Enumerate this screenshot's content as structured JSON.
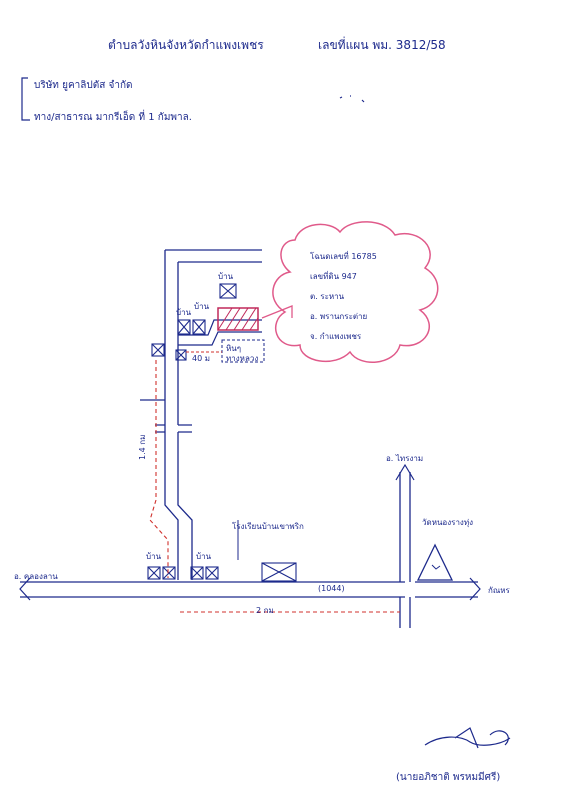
{
  "header": {
    "title": "ตำบลวังหินจังหวัดกำแพงเพชร",
    "doc_no": "เลขที่แผน พม. 3812/58",
    "line2": "บริษัท ยูคาลิปตัส จำกัด",
    "line3": "ทาง/สาธารณ มากรีเอ็ด ที่ 1 กัมพาล."
  },
  "map": {
    "callout": {
      "lines": [
        "โฉนดเลขที่ 16785",
        "เลขที่ดิน 947",
        "ต. ระหาน",
        "อ. พรานกระต่าย",
        "จ. กำแพงเพชร"
      ]
    },
    "labels": {
      "house_top": "บ้าน",
      "house_left1": "บ้าน",
      "house_left2": "บ้าน",
      "house_bottom1": "บ้าน",
      "house_bottom2": "บ้าน",
      "small_road": "หินๆ",
      "lane_label": "ทางหลวง",
      "distance_small": "40 ม",
      "distance_vertical": "1.4 กม",
      "distance_horizontal": "2 กม",
      "school": "โรงเรียนบ้านเขาพริก",
      "temple": "วัดหนองรางทุ่ง",
      "road_number": "(1044)",
      "left_dir": "อ. คลองลาน",
      "right_dir": "กัณหร",
      "north_dir": "อ. ไทรงาม"
    },
    "colors": {
      "ink": "#1d2a8c",
      "red": "#d0312d",
      "pink": "#e05a8a",
      "hatch": "#c0285a"
    }
  },
  "footer": {
    "signer": "(นายอภิชาติ พรหมมีศรี)"
  }
}
